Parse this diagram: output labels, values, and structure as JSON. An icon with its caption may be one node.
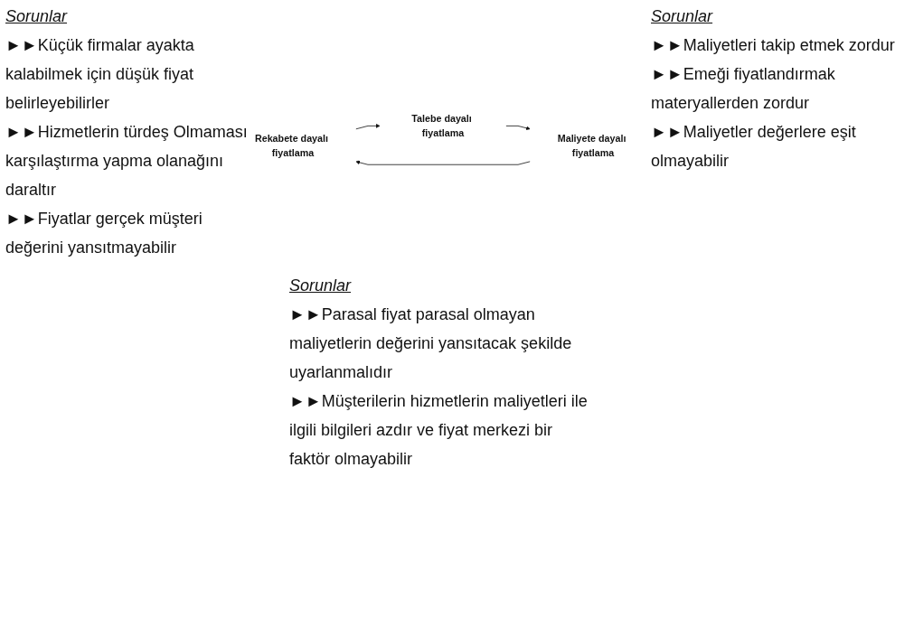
{
  "diagram": {
    "nodes": [
      {
        "text": [
          "Rekabete dayalı fiyatlama"
        ]
      },
      {
        "text": [
          "Maliyete dayalı fiyatlama"
        ]
      },
      {
        "text": [
          "Talebe dayalı fiyatlama"
        ]
      }
    ],
    "edges": [
      {
        "from": 1,
        "to": 0,
        "arrow": "to"
      },
      {
        "from": 0,
        "to": 2,
        "arrow": "to"
      },
      {
        "from": 2,
        "to": 1,
        "arrow": "to"
      }
    ],
    "labels": [
      "Sorunlar",
      "►►Küçük firmalar ayakta kalabilmek için düşük fiyat belirleyebilirler",
      "►►Hizmetlerin türdeş Olmaması karşılaştırma yapma olanağını daraltır",
      "►►Fiyatlar gerçek müşteri değerini yansıtmayabilir",
      "Sorunlar",
      "►►Maliyetleri takip etmek zordur",
      "►►Emeği fiyatlandırmak materyallerden zordur",
      "►►Maliyetler değerlere eşit olmayabilir",
      "Sorunlar",
      "►►Parasal fiyat parasal olmayan maliyetlerin değerini yansıtacak şekilde uyarlanmalıdır",
      "►►Müşterilerin hizmetlerin maliyetleri ile ilgili bilgileri azdır ve fiyat merkezi bir faktör olmayabilir"
    ]
  }
}
